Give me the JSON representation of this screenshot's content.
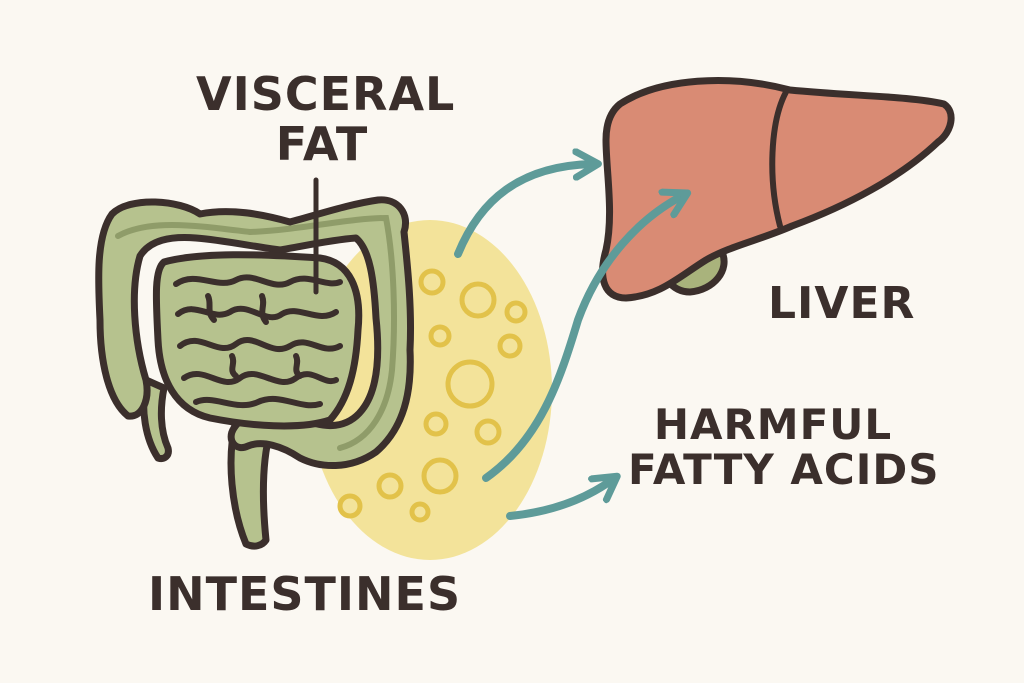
{
  "labels": {
    "visceral_fat_line1": "VISCERAL",
    "visceral_fat_line2": "FAT",
    "liver": "LIVER",
    "harmful_line1": "HARMFUL",
    "harmful_line2": "FATTY ACIDS",
    "intestines": "INTESTINES"
  },
  "colors": {
    "background": "#fbf8f2",
    "outline": "#3b2f2c",
    "intestine": "#b6c28e",
    "fat": "#f3e39a",
    "fat_droplet": "#e2c24a",
    "liver": "#d98b74",
    "gallbladder": "#a9b37c",
    "arrow": "#5e9b99"
  },
  "icons": [
    "intestines-illustration",
    "visceral-fat-blob",
    "liver-illustration",
    "arrow-icon"
  ]
}
